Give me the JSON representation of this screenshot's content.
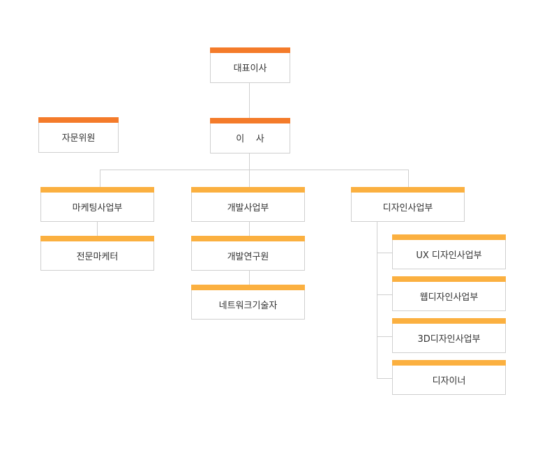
{
  "colors": {
    "executive_bar": "#f47b2a",
    "department_bar": "#fbb040",
    "border": "#cfcfcf",
    "connector": "#cfcfcf",
    "text": "#333333"
  },
  "org": {
    "ceo": "대표이사",
    "advisory": "자문위원",
    "director": "이    사",
    "departments": {
      "marketing": {
        "name": "마케팅사업부",
        "teams": [
          "전문마케터"
        ]
      },
      "development": {
        "name": "개발사업부",
        "teams": [
          "개발연구원",
          "네트워크기술자"
        ]
      },
      "design": {
        "name": "디자인사업부",
        "teams": [
          "UX 디자인사업부",
          "웹디자인사업부",
          "3D디자인사업부",
          "디자이너"
        ]
      }
    }
  }
}
